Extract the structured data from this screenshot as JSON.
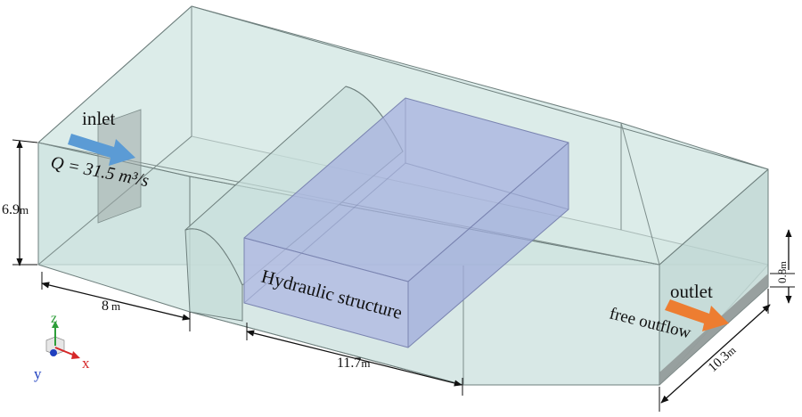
{
  "labels": {
    "inlet": "inlet",
    "discharge": "Q = 31.5 m³/s",
    "structure": "Hydraulic structure",
    "outlet": "outlet",
    "outflow": "free outflow"
  },
  "dimensions": {
    "height": "6.9",
    "inlet_length": "8",
    "structure_length": "11.7",
    "outlet_width": "10.3",
    "outlet_depth": "0.8",
    "unit": "m"
  },
  "axes": {
    "z": "z",
    "y": "y",
    "x": "x"
  },
  "colors": {
    "inlet_arrow": "#5b9bd5",
    "outlet_arrow": "#ed7d31",
    "domain_fill": "#cfe3e0",
    "structure_fill": "#aab4e0",
    "edge": "#6e7f7d",
    "axis_z": "#2e9e3a",
    "axis_x": "#d62728",
    "axis_y": "#1f3fbf"
  }
}
